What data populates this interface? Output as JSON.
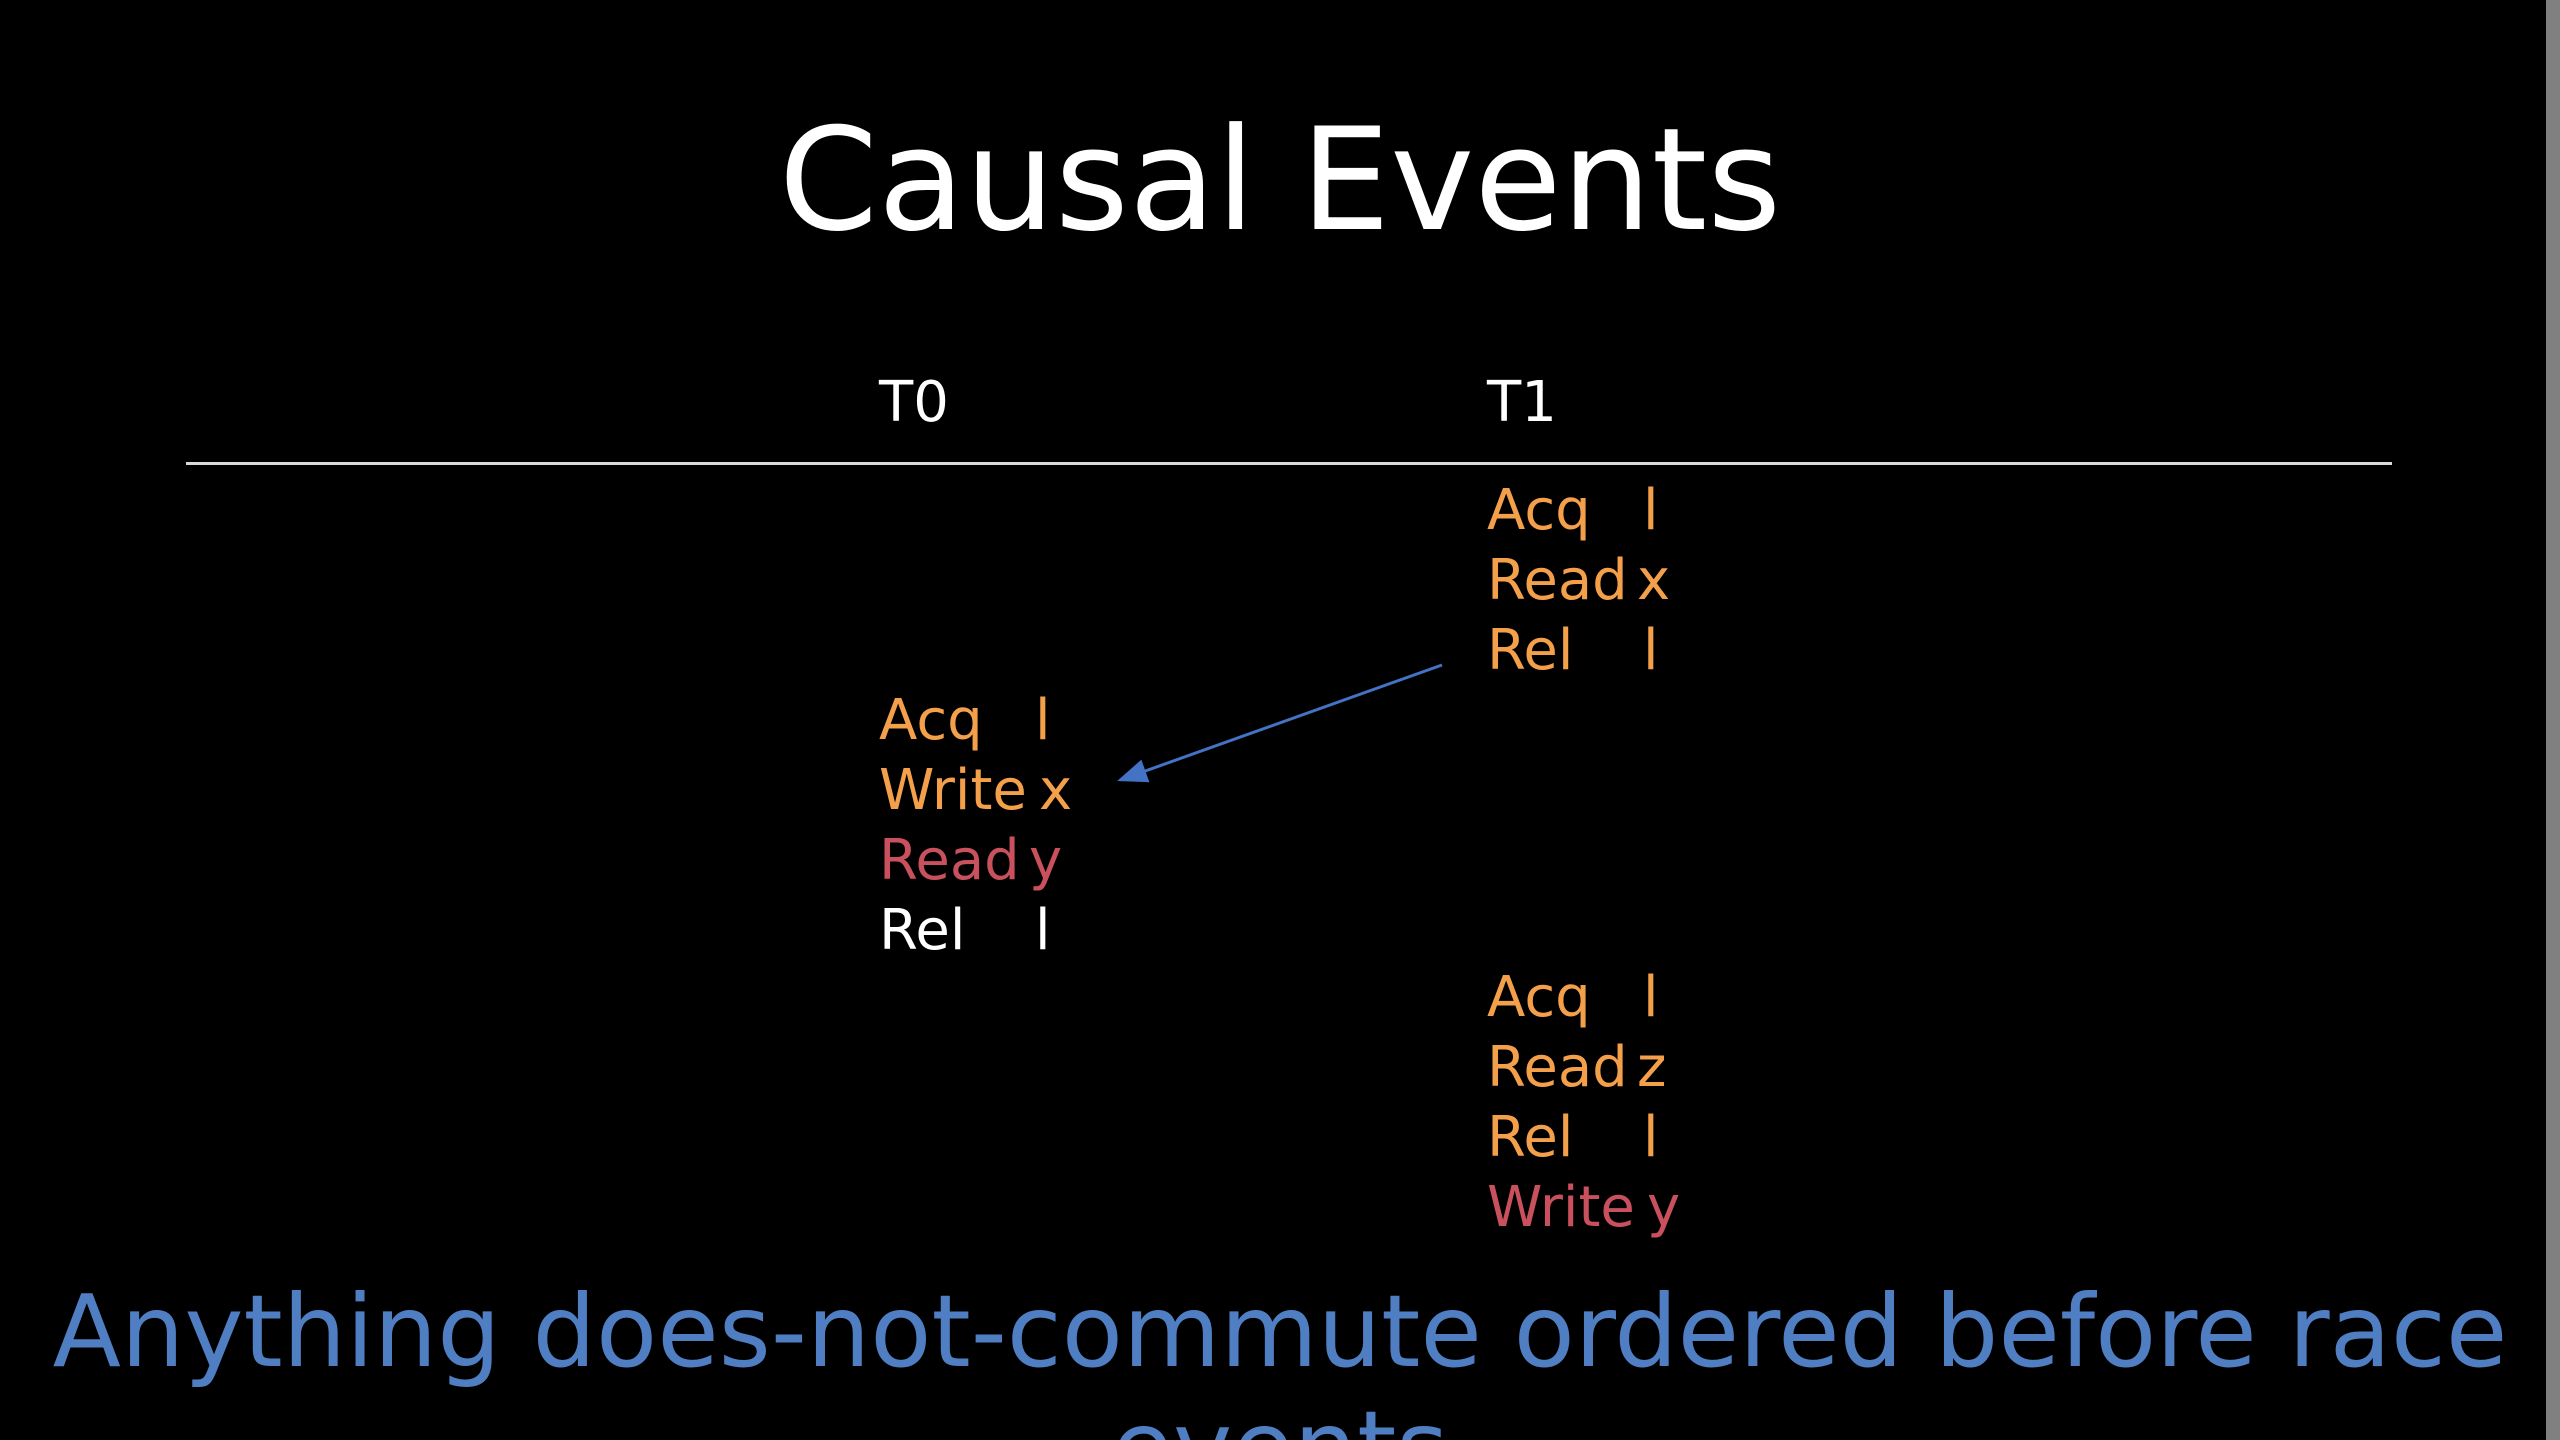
{
  "slide": {
    "title": "Causal Events",
    "columns": {
      "t0": "T0",
      "t1": "T1"
    },
    "t1_block1": [
      {
        "name": "Acq",
        "arg": "l",
        "color": "#f4a04a"
      },
      {
        "name": "Read",
        "arg": "x",
        "color": "#f4a04a"
      },
      {
        "name": "Rel",
        "arg": "l",
        "color": "#f4a04a"
      }
    ],
    "t0_block": [
      {
        "name": "Acq",
        "arg": "l",
        "color": "#f4a04a"
      },
      {
        "name": "Write",
        "arg": "x",
        "color": "#f4a04a"
      },
      {
        "name": "Read",
        "arg": "y",
        "color": "#c9505d"
      },
      {
        "name": "Rel",
        "arg": "l",
        "color": "#ffffff"
      }
    ],
    "t1_block2": [
      {
        "name": "Acq",
        "arg": "l",
        "color": "#f4a04a"
      },
      {
        "name": "Read",
        "arg": "z",
        "color": "#f4a04a"
      },
      {
        "name": "Rel",
        "arg": "l",
        "color": "#f4a04a"
      },
      {
        "name": "Write",
        "arg": "y",
        "color": "#c9505d"
      }
    ],
    "arrow_color": "#4472c4",
    "footer_line1": "Anything does-not-commute ordered before race",
    "footer_line2": "events"
  }
}
